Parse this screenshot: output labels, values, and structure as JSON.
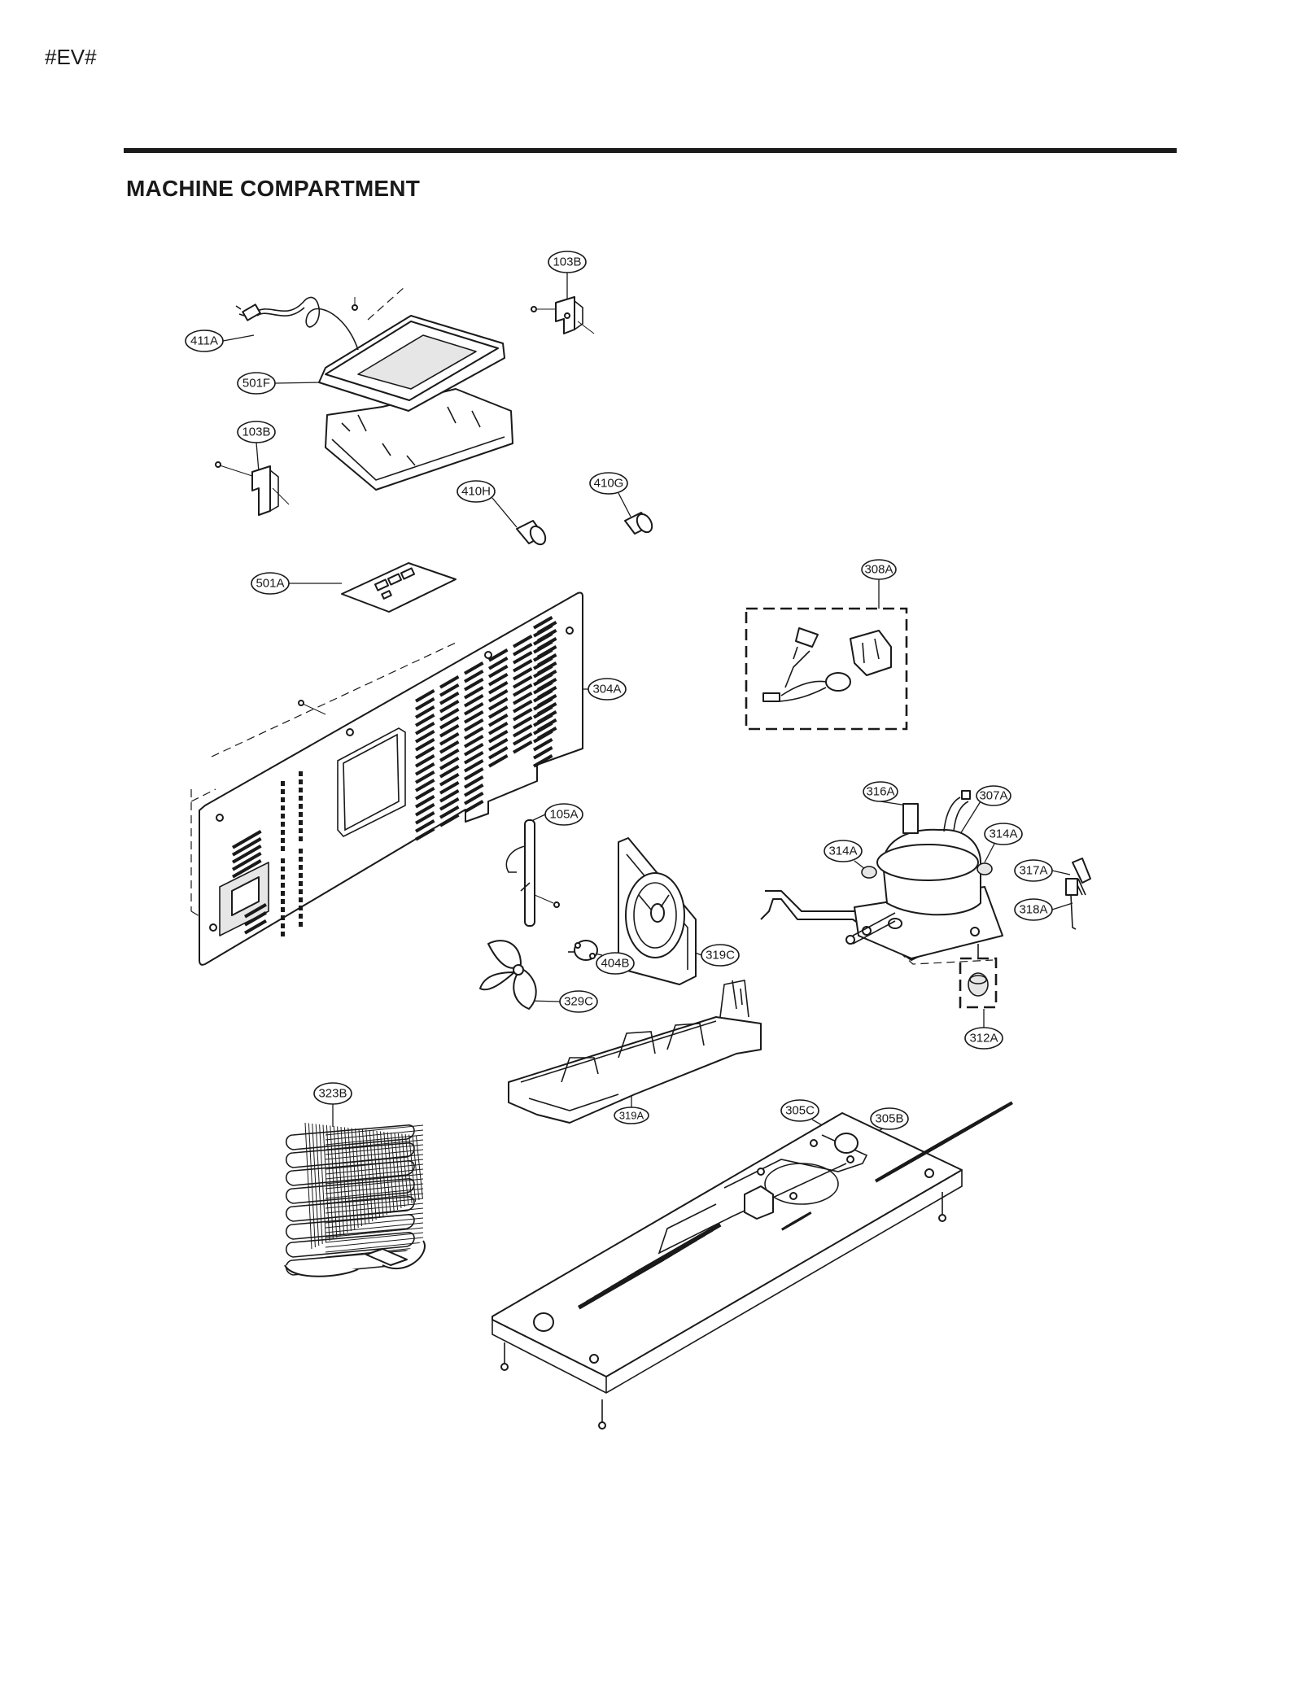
{
  "header": {
    "tag": "#EV#"
  },
  "section": {
    "title": "MACHINE COMPARTMENT"
  },
  "parts": [
    "103B",
    "411A",
    "501F",
    "103B",
    "410H",
    "410G",
    "501A",
    "304A",
    "308A",
    "105A",
    "316A",
    "307A",
    "314A",
    "314A",
    "317A",
    "318A",
    "404B",
    "319C",
    "329C",
    "312A",
    "323B",
    "319A",
    "305C",
    "305B"
  ]
}
